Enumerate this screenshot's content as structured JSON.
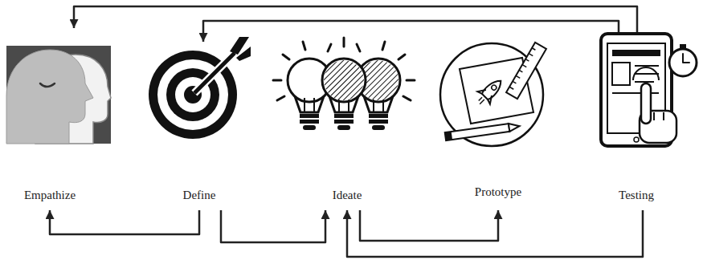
{
  "diagram": {
    "nodes": [
      {
        "text": [
          "Empathize"
        ]
      },
      {
        "text": [
          "Define"
        ]
      },
      {
        "text": [
          "Ideate"
        ]
      },
      {
        "text": [
          "Prototype"
        ]
      },
      {
        "text": [
          "Testing"
        ]
      }
    ],
    "edges": [
      {
        "from": 4,
        "to": 0,
        "arrow": "to"
      },
      {
        "from": 4,
        "to": 1,
        "arrow": "to"
      },
      {
        "from": 1,
        "to": 0,
        "arrow": "to"
      },
      {
        "from": 1,
        "to": 2,
        "arrow": "to"
      },
      {
        "from": 2,
        "to": 3,
        "arrow": "to"
      },
      {
        "from": 4,
        "to": 2,
        "arrow": "to"
      }
    ]
  }
}
